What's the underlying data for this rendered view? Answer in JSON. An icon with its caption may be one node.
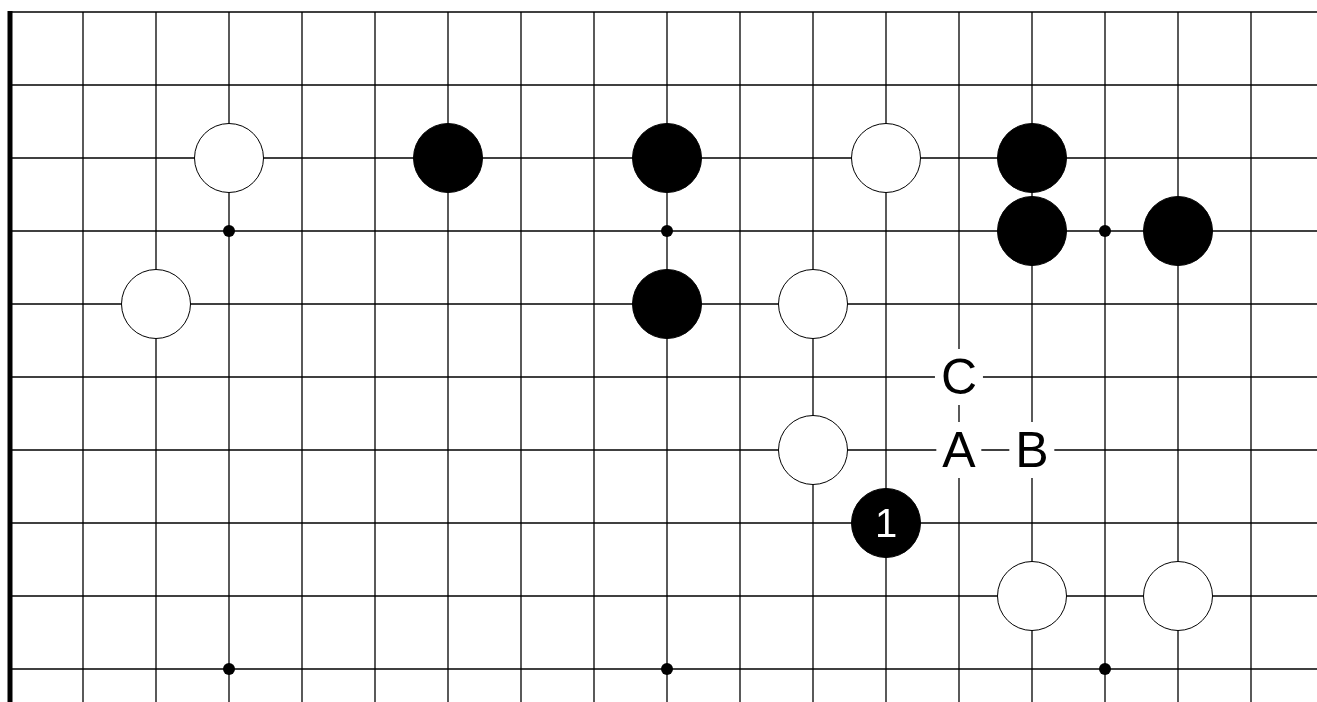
{
  "diagram": {
    "nodes": [
      {
        "text": [],
        "shape": "circle"
      },
      {
        "text": [],
        "shape": "circle"
      },
      {
        "text": [],
        "shape": "circle"
      },
      {
        "text": [],
        "shape": "circle"
      },
      {
        "text": [],
        "shape": "circle"
      },
      {
        "text": [],
        "shape": "circle"
      },
      {
        "text": [],
        "shape": "circle"
      },
      {
        "text": [],
        "shape": "circle"
      },
      {
        "text": [],
        "shape": "circle"
      },
      {
        "text": [],
        "shape": "circle"
      },
      {
        "text": [],
        "shape": "circle"
      },
      {
        "text": [
          "1"
        ]
      },
      {
        "text": [],
        "shape": "circle"
      },
      {
        "text": [],
        "shape": "circle"
      }
    ],
    "edges": [],
    "labels": [
      "C",
      "A",
      "B"
    ]
  }
}
